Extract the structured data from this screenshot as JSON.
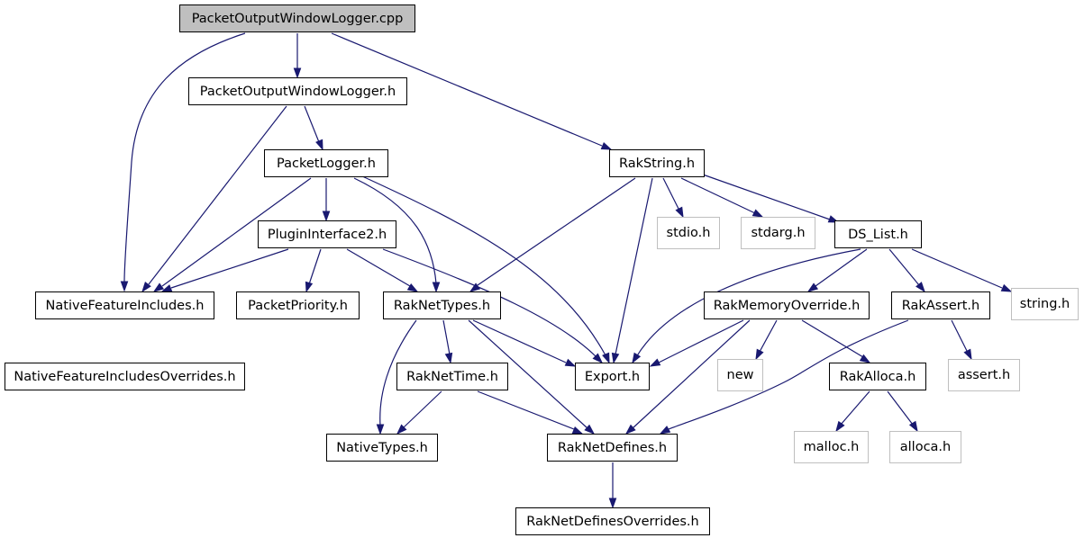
{
  "title": "",
  "colors": {
    "edge": "#191970",
    "node_border": "#000000",
    "external_border": "#bfbfbf",
    "root_fill": "#bfbfbf"
  },
  "nodes": {
    "packet_output_window_logger_cpp": "PacketOutputWindowLogger.cpp",
    "packet_output_window_logger_h": "PacketOutputWindowLogger.h",
    "packet_logger_h": "PacketLogger.h",
    "rak_string_h": "RakString.h",
    "plugin_interface2_h": "PluginInterface2.h",
    "stdio_h": "stdio.h",
    "stdarg_h": "stdarg.h",
    "ds_list_h": "DS_List.h",
    "native_feature_includes_h": "NativeFeatureIncludes.h",
    "packet_priority_h": "PacketPriority.h",
    "rak_net_types_h": "RakNetTypes.h",
    "rak_memory_override_h": "RakMemoryOverride.h",
    "rak_assert_h": "RakAssert.h",
    "string_h": "string.h",
    "native_feature_includes_overrides_h": "NativeFeatureIncludesOverrides.h",
    "rak_net_time_h": "RakNetTime.h",
    "export_h": "Export.h",
    "new": "new",
    "rak_alloca_h": "RakAlloca.h",
    "assert_h": "assert.h",
    "native_types_h": "NativeTypes.h",
    "rak_net_defines_h": "RakNetDefines.h",
    "malloc_h": "malloc.h",
    "alloca_h": "alloca.h",
    "rak_net_defines_overrides_h": "RakNetDefinesOverrides.h"
  }
}
